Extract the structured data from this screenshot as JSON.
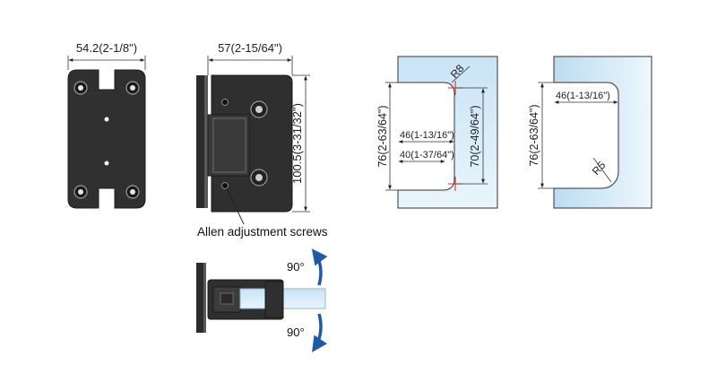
{
  "drawing": {
    "colors": {
      "metal": "#2f2f2f",
      "metal_dark": "#1c1c1c",
      "metal_mid": "#5a5a5a",
      "glass": "#d8ecf8",
      "glass_edge": "#8fb8d4",
      "arrow": "#1f5aa6",
      "mark": "#e02020"
    },
    "front_view": {
      "width_label": "54.2(2-1/8\")"
    },
    "side_view": {
      "width_label": "57(2-15/64\")",
      "height_label": "100.5(3-31/32\")",
      "note": "Allen adjustment screws"
    },
    "rotation": {
      "top_label": "90°",
      "bottom_label": "90°"
    },
    "glass_cutout_left": {
      "radius_label": "R8",
      "height_label": "76(2-63/64\")",
      "inner_height_label": "70(2-49/64\")",
      "depth_outer_label": "46(1-13/16\")",
      "depth_inner_label": "40(1-37/64\")"
    },
    "glass_cutout_right": {
      "height_label": "76(2-63/64\")",
      "depth_label": "46(1-13/16\")",
      "radius_label": "R5"
    }
  }
}
